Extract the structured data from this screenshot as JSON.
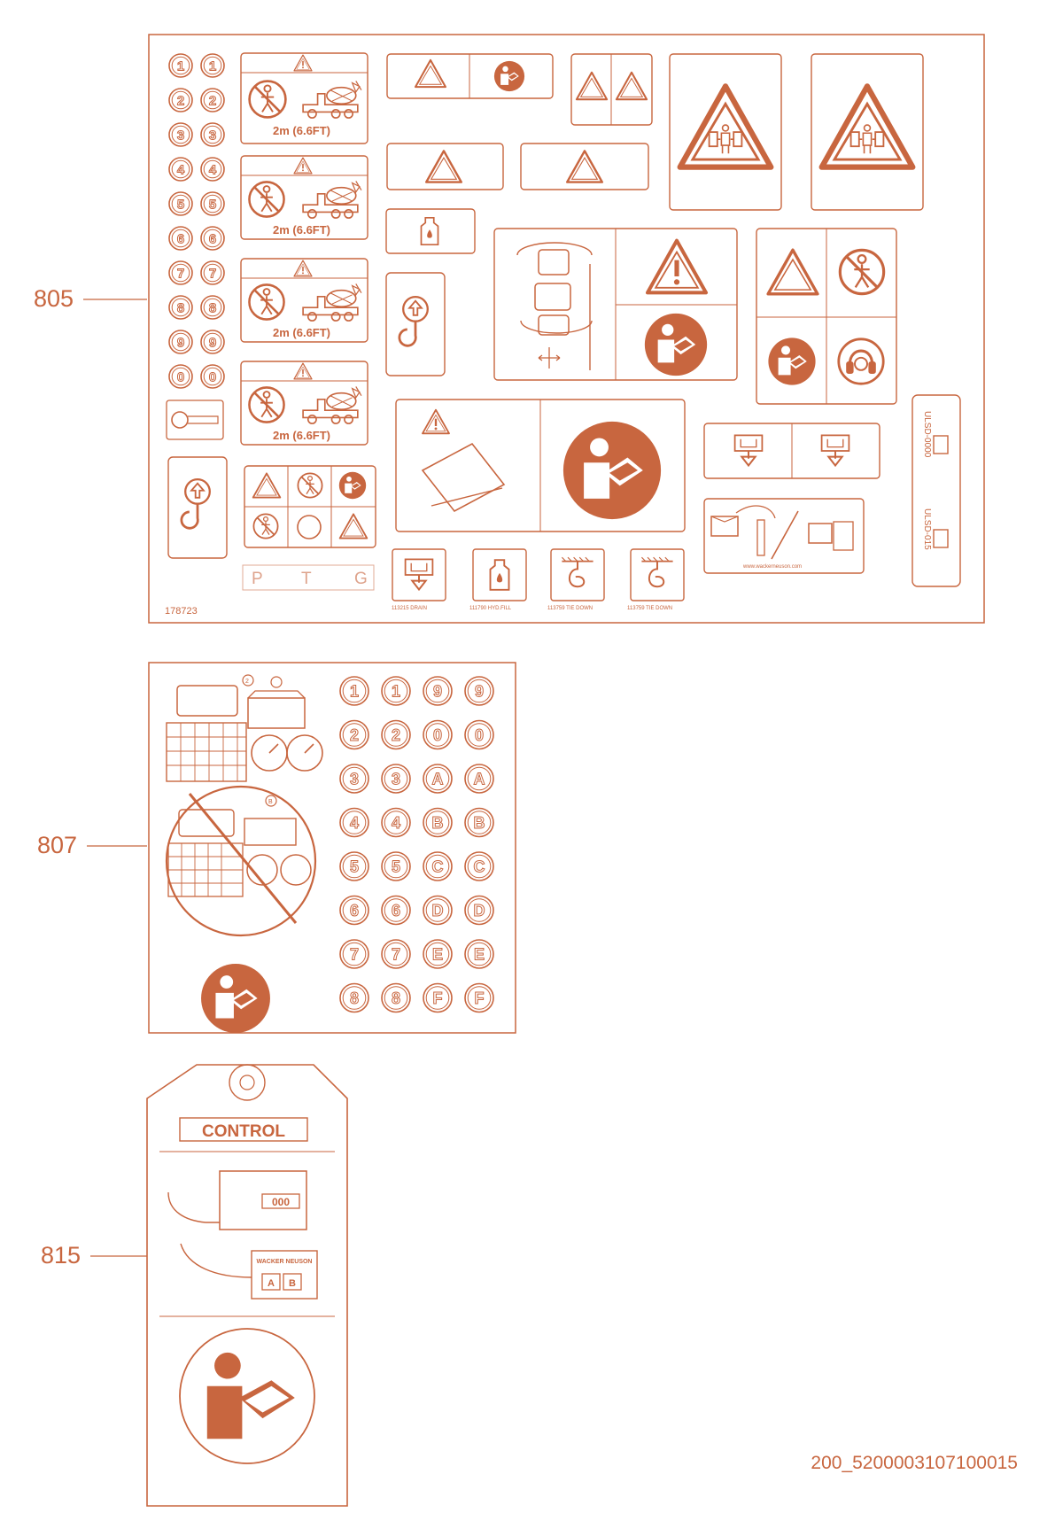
{
  "colors": {
    "line": "#c8663f",
    "fill": "#c8663f",
    "background": "#ffffff"
  },
  "callouts": {
    "sheet_805": "805",
    "sheet_807": "807",
    "tag_815": "815"
  },
  "document_id": "200_5200003107100015",
  "sheet_805": {
    "sheet_number": "178723",
    "numbers": [
      "1",
      "2",
      "3",
      "4",
      "5",
      "6",
      "7",
      "8",
      "9",
      "0"
    ],
    "distance_label": "2m (6.6FT)",
    "ptg_letters": [
      "P",
      "T",
      "G"
    ],
    "label_codes": {
      "drain": "113215 DRAIN",
      "hyd_fill": "111790 HYD.FILL",
      "tie_down_1": "113759 TIE DOWN",
      "tie_down_2": "113759 TIE DOWN"
    },
    "website": "www.wackerneuson.com",
    "uld_labels": [
      "ULSD-0000",
      "ULSD-015"
    ],
    "icons": [
      "warning-triangle-icon",
      "read-manual-icon",
      "no-person-icon",
      "mixer-truck-icon",
      "lift-hook-icon",
      "fluid-bottle-icon",
      "hearing-protection-icon",
      "crush-hazard-icon"
    ]
  },
  "sheet_807": {
    "grid": [
      [
        "1",
        "1",
        "9",
        "9"
      ],
      [
        "2",
        "2",
        "0",
        "0"
      ],
      [
        "3",
        "3",
        "A",
        "A"
      ],
      [
        "4",
        "4",
        "B",
        "B"
      ],
      [
        "5",
        "5",
        "C",
        "C"
      ],
      [
        "6",
        "6",
        "D",
        "D"
      ],
      [
        "7",
        "7",
        "E",
        "E"
      ],
      [
        "8",
        "8",
        "F",
        "F"
      ]
    ],
    "small_markers": [
      "2",
      "B"
    ]
  },
  "tag_815": {
    "title": "CONTROL",
    "counter": "000",
    "brand": "WACKER NEUSON",
    "switches": [
      "A",
      "B"
    ]
  }
}
